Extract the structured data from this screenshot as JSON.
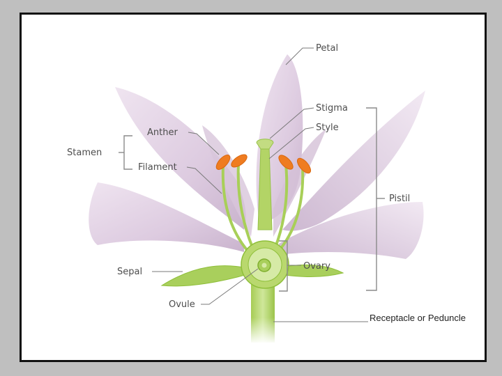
{
  "labels": {
    "petal": "Petal",
    "stigma": "Stigma",
    "style": "Style",
    "anther": "Anther",
    "stamen": "Stamen",
    "filament": "Filament",
    "pistil": "Pistil",
    "ovary": "Ovary",
    "sepal": "Sepal",
    "ovule": "Ovule",
    "receptacle": "Receptacle or Peduncle"
  },
  "colors": {
    "petal": "#e6d8e8",
    "petal_shade": "#cbb5cf",
    "stem": "#b6d66a",
    "stem_dark": "#8fbf3a",
    "anther": "#ef7c20",
    "background": "#bfbfbf",
    "frame": "#111111"
  }
}
